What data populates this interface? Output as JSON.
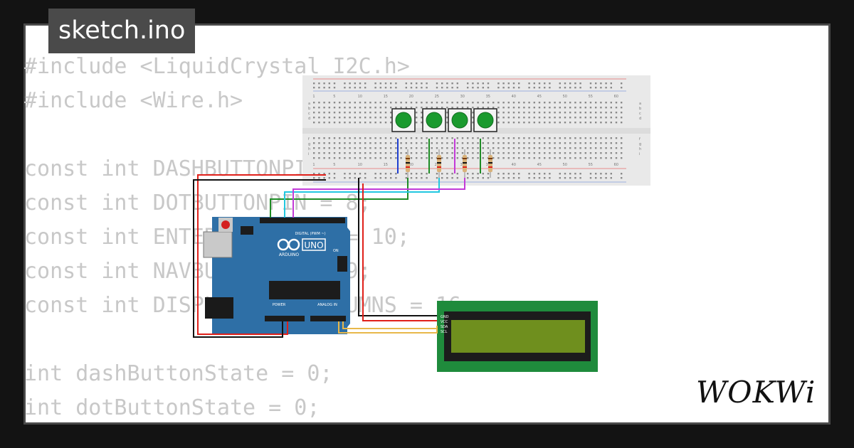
{
  "tab": {
    "filename": "sketch.ino"
  },
  "code": {
    "lines": [
      "#include <LiquidCrystal_I2C.h>",
      "#include <Wire.h>",
      "",
      "const int DASHBUTTONPIN = 13;",
      "const int DOTBUTTONPIN = 8;",
      "const int ENTERBUTTONPIN = 10;",
      "const int NAVBUTTONPIN = 9;",
      "const int DISPLAY_NUM_COLUMNS = 16;",
      "",
      "int dashButtonState = 0;",
      "int dotButtonState = 0;"
    ]
  },
  "brand": {
    "logo": "WOKWi"
  },
  "breadboard": {
    "column_numbers": [
      "1",
      "5",
      "10",
      "15",
      "20",
      "25",
      "30",
      "35",
      "40",
      "45",
      "50",
      "55",
      "60"
    ],
    "row_letters_top": [
      "a",
      "b",
      "c",
      "d"
    ],
    "row_letters_bottom": [
      "f",
      "g",
      "h",
      "i"
    ]
  },
  "arduino": {
    "board_name": "UNO",
    "brand_label": "ARDUINO",
    "digital_label": "DIGITAL (PWM ~)",
    "analog_label": "ANALOG IN",
    "power_label": "POWER",
    "on_label": "ON"
  },
  "lcd": {
    "pin_labels": [
      "GND",
      "VCC",
      "SDA",
      "SCL"
    ]
  },
  "colors": {
    "breadboard": "#e9e9e9",
    "arduino": "#2e6fa6",
    "button": "#1a9a2e",
    "lcd_pcb": "#1f8b3c",
    "lcd_screen": "#6f8f1e",
    "wire_red": "#e0201a",
    "wire_black": "#111111",
    "wire_blue": "#1f3fd0",
    "wire_green": "#1e8c25",
    "wire_cyan": "#22c8e0",
    "wire_magenta": "#c33ad8",
    "wire_yellow": "#e8b84a"
  }
}
